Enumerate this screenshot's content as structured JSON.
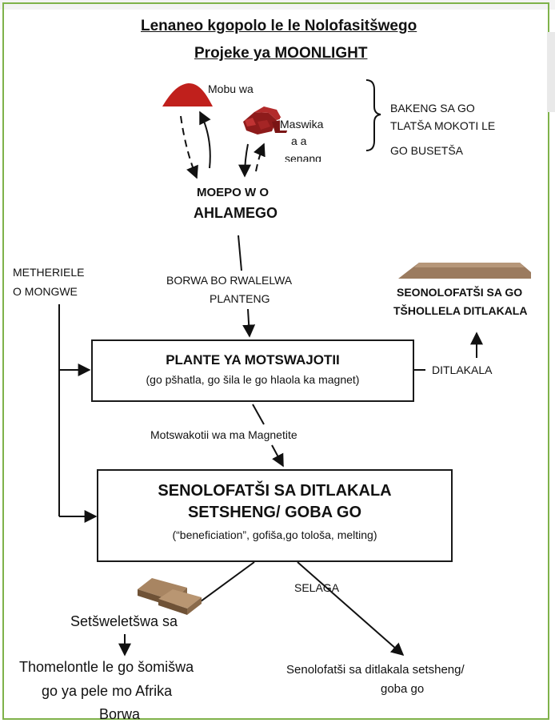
{
  "header": {
    "topbar_text": "",
    "title_line1": "Lenaneo kgopolo le le Nolofasitšwego",
    "title_line2": "Projeke ya MOONLIGHT"
  },
  "sources": {
    "mobu": "Mobu wa",
    "maswika_line1": "Maswika",
    "maswika_line2": "a a",
    "maswika_line3": "senang"
  },
  "bracket_note": {
    "line1": "BAKENG SA GO",
    "line2": "TLATŠA MOKOTI LE",
    "line3": "GO BUSETŠA"
  },
  "pit": {
    "line1": "MOEPO W O",
    "line2": "AHLAMEGO"
  },
  "conveyor": {
    "line1": "BORWA BO RWALELWA",
    "line2": "PLANTENG"
  },
  "other_materials": {
    "line1": "METHERIELE",
    "line2": "O MONGWE"
  },
  "stockpile": {
    "line1": "SEONOLOFATŠI SA GO",
    "line2": "TŠHOLLELA DITLAKALA"
  },
  "plant_box": {
    "heading": "PLANTE YA MOTSWAJOTII",
    "subtitle": "(go pšhatla, go šila le go hlaola ka magnet)"
  },
  "waste_label": "DITLAKALA",
  "magnetite_label": "Motswakotii wa ma Magnetite",
  "smelter_box": {
    "line1": "SENOLOFATŠI SA DITLAKALA",
    "line2": "SETSHENG/ GOBA GO",
    "line3": "(“beneficiation”, gofiša,go tološa, melting)"
  },
  "product_label": "Setšweletšwa sa",
  "slag_label": "SELAGA",
  "export": {
    "line1": "Thomelontle le go šomišwa",
    "line2": "go ya pele mo Afrika",
    "line3": "Borwa"
  },
  "slag_dest": {
    "line1": "Senolofatši sa ditlakala setsheng/",
    "line2": "goba go"
  },
  "colors": {
    "border": "#7fb24a",
    "mound_red": "#c0201c",
    "rock_red": "#8e1b1b",
    "stockpile_brown": "#9b7b5f",
    "ingot_brown": "#8a6a4a"
  }
}
